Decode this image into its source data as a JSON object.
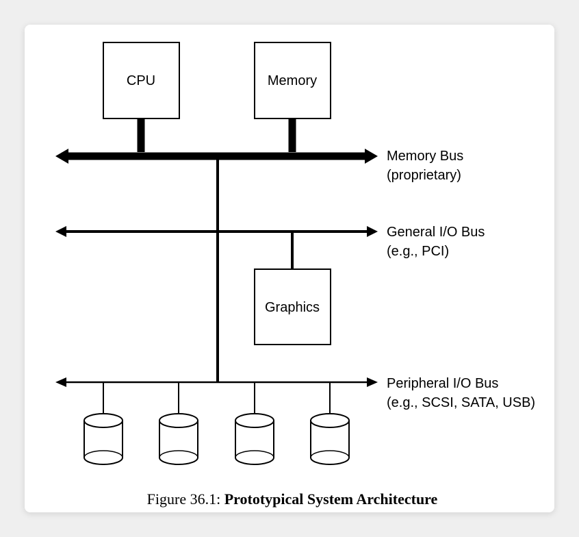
{
  "diagram": {
    "components": {
      "cpu": "CPU",
      "memory": "Memory",
      "graphics": "Graphics"
    },
    "buses": {
      "memory_bus": {
        "name": "Memory Bus",
        "detail": "(proprietary)"
      },
      "general_io_bus": {
        "name": "General I/O Bus",
        "detail": "(e.g., PCI)"
      },
      "peripheral_io_bus": {
        "name": "Peripheral I/O Bus",
        "detail": "(e.g., SCSI, SATA, USB)"
      }
    },
    "disk_count": 4
  },
  "caption": {
    "prefix": "Figure 36.1: ",
    "title": "Prototypical System Architecture"
  }
}
